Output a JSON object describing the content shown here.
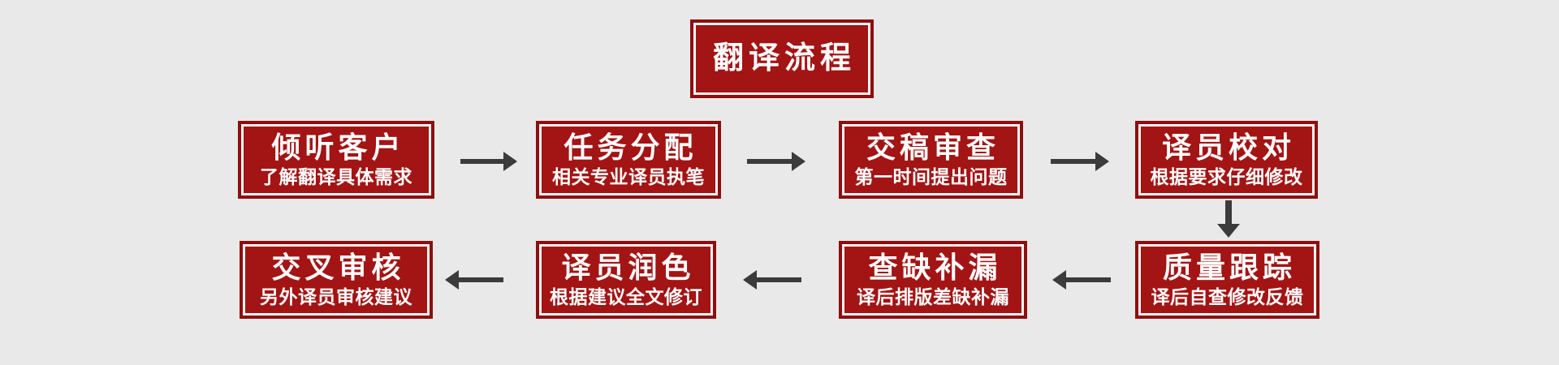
{
  "flowchart": {
    "title": "翻译流程",
    "colors": {
      "background": "#e9e9e9",
      "box_fill": "#a31414",
      "box_border": "#8f0d0d",
      "inner_frame": "#ffffff",
      "text": "#ffffff",
      "arrow": "#3b3b3b"
    },
    "steps": [
      {
        "title": "倾听客户",
        "subtitle": "了解翻译具体需求"
      },
      {
        "title": "任务分配",
        "subtitle": "相关专业译员执笔"
      },
      {
        "title": "交稿审查",
        "subtitle": "第一时间提出问题"
      },
      {
        "title": "译员校对",
        "subtitle": "根据要求仔细修改"
      },
      {
        "title": "质量跟踪",
        "subtitle": "译后自查修改反馈"
      },
      {
        "title": "查缺补漏",
        "subtitle": "译后排版差缺补漏"
      },
      {
        "title": "译员润色",
        "subtitle": "根据建议全文修订"
      },
      {
        "title": "交叉审核",
        "subtitle": "另外译员审核建议"
      }
    ],
    "arrows": [
      {
        "direction": "right"
      },
      {
        "direction": "right"
      },
      {
        "direction": "right"
      },
      {
        "direction": "down"
      },
      {
        "direction": "left"
      },
      {
        "direction": "left"
      },
      {
        "direction": "left"
      }
    ]
  }
}
